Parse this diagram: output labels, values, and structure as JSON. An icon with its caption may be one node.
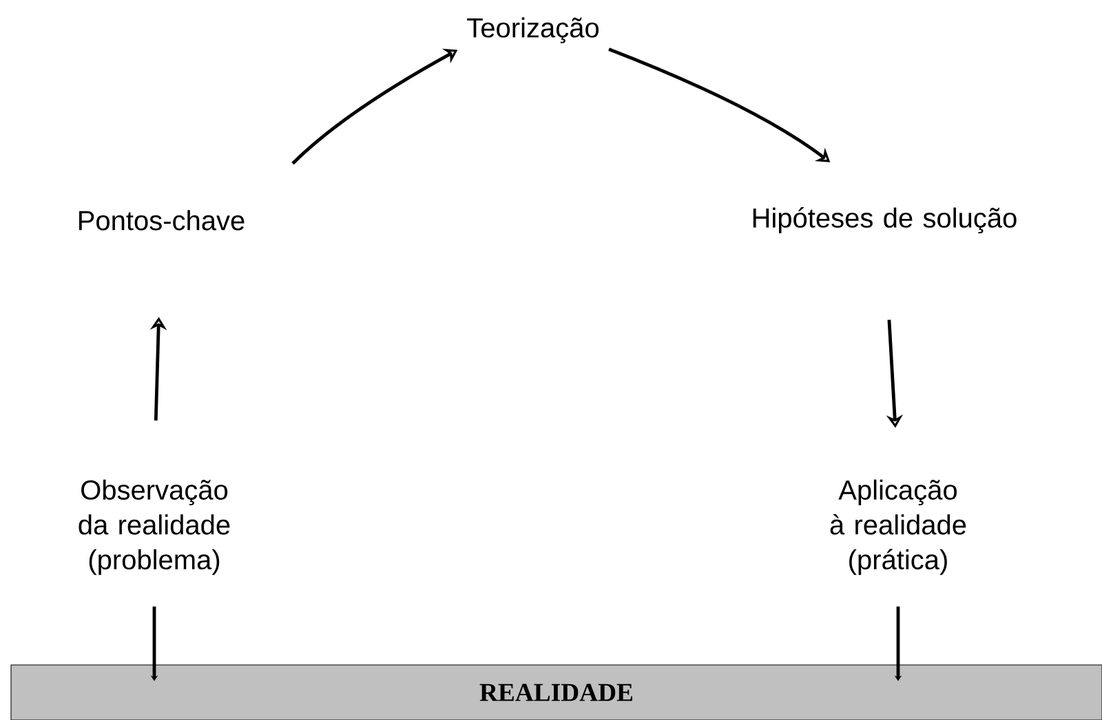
{
  "diagram": {
    "nodes": [
      {
        "text": [
          "Observação da realidade (problema)"
        ]
      },
      {
        "text": [
          "Pontos-chave"
        ]
      },
      {
        "text": [
          "Teorização"
        ]
      },
      {
        "text": [
          "Hipóteses de solução"
        ]
      },
      {
        "text": [
          "Aplicação à realidade (prática)"
        ]
      },
      {
        "text": [
          "REALIDADE"
        ]
      }
    ],
    "edges": [
      {
        "from": 0,
        "to": 1,
        "arrow": "to"
      },
      {
        "from": 1,
        "to": 2,
        "arrow": "to"
      },
      {
        "from": 2,
        "to": 3,
        "arrow": "to"
      },
      {
        "from": 3,
        "to": 4,
        "arrow": "to"
      },
      {
        "from": 0,
        "to": 5,
        "arrow": "to"
      },
      {
        "from": 4,
        "to": 5,
        "arrow": "to"
      }
    ]
  }
}
